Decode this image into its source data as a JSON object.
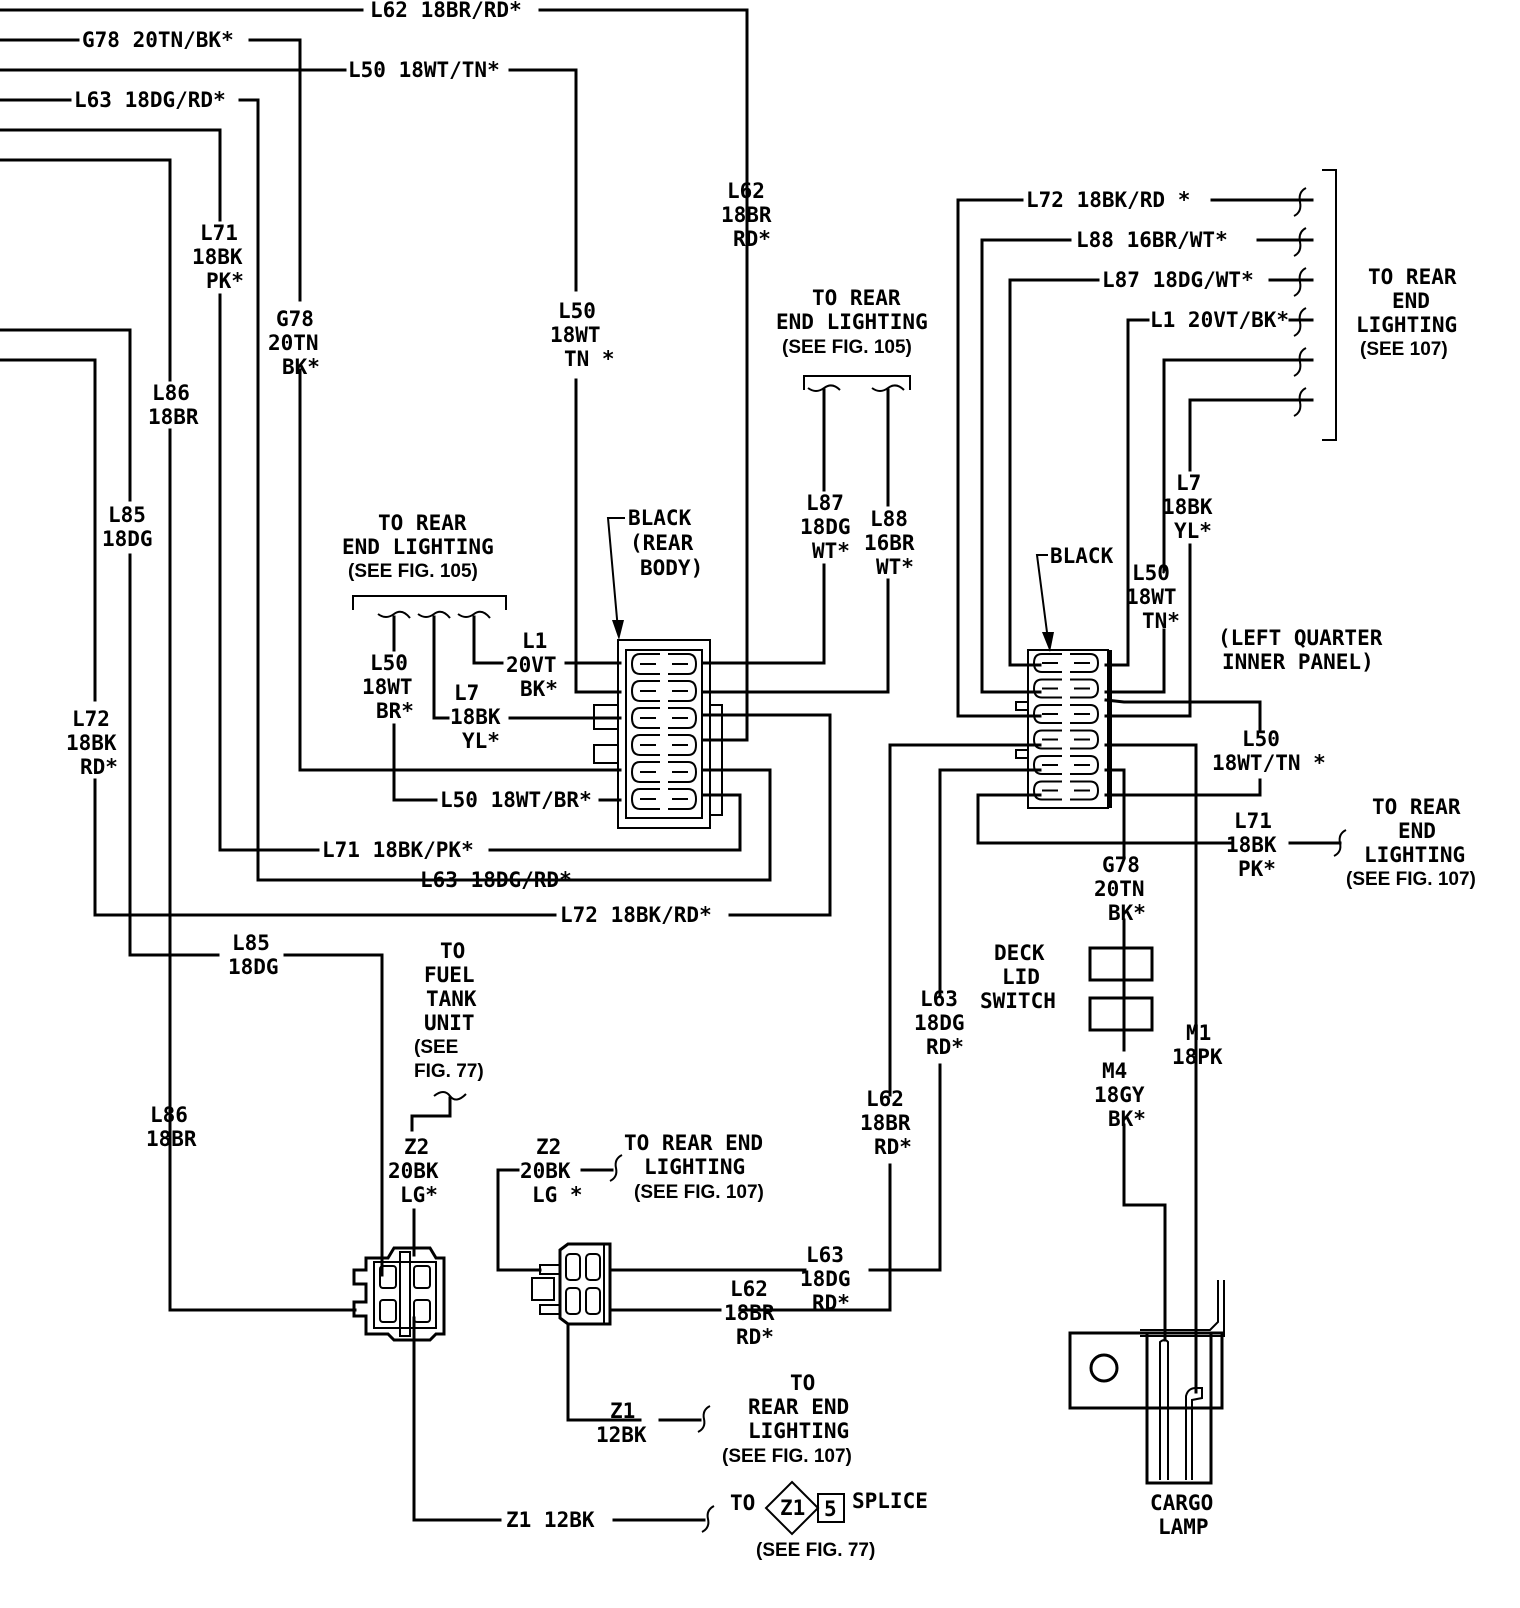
{
  "diagram": {
    "title": "Rear Body / Left Quarter Wiring",
    "colors": {
      "ink": "#000000",
      "paper": "#ffffff"
    },
    "top_wires": {
      "l62": "L62 18BR/RD*",
      "g78": "G78 20TN/BK*",
      "l50": "L50 18WT/TN*",
      "l63": "L63 18DG/RD*"
    },
    "vertical_labels": {
      "l71": [
        "L71",
        "18BK",
        "PK*"
      ],
      "g78": [
        "G78",
        "20TN",
        "BK*"
      ],
      "l86_top": [
        "L86",
        "18BR"
      ],
      "l85": [
        "L85",
        "18DG"
      ],
      "l72": [
        "L72",
        "18BK",
        "RD*"
      ],
      "l50": [
        "L50",
        "18WT",
        "TN *"
      ],
      "l62": [
        "L62",
        "18BR",
        "RD*"
      ],
      "l87": [
        "L87",
        "18DG",
        "WT*"
      ],
      "l88": [
        "L88",
        "16BR",
        "WT*"
      ],
      "l86_bottom": [
        "L86",
        "18BR"
      ]
    },
    "rear_body_connector": {
      "callout": [
        "BLACK",
        "(REAR",
        "BODY)"
      ],
      "to_rear_lighting": [
        "TO REAR",
        "END LIGHTING",
        "(SEE FIG. 105)"
      ],
      "l50_br": [
        "L50",
        "18WT",
        "BR*"
      ],
      "l7": [
        "L7",
        "18BK",
        "YL*"
      ],
      "l1": [
        "L1",
        "20VT",
        "BK*"
      ],
      "l50_bottom": "L50 18WT/BR*",
      "l71_bottom": "L71 18BK/PK*",
      "l63_bottom": "L63 18DG/RD*",
      "l72_bottom": "L72 18BK/RD*"
    },
    "upper_center_ref": [
      "TO REAR",
      "END LIGHTING",
      "(SEE FIG. 105)"
    ],
    "left_quarter": {
      "callout": "BLACK",
      "panel": [
        "(LEFT QUARTER",
        "INNER PANEL)"
      ],
      "right_wires": {
        "l72": "L72 18BK/RD *",
        "l88": "L88 16BR/WT*",
        "l87": "L87 18DG/WT*",
        "l1": "L1 20VT/BK*"
      },
      "to_rear_107": [
        "TO REAR",
        "END",
        "LIGHTING",
        "(SEE 107)"
      ],
      "l7": [
        "L7",
        "18BK",
        "YL*"
      ],
      "l50_v": [
        "L50",
        "18WT",
        "TN*"
      ],
      "l50_wt_tn": [
        "L50",
        "18WT/TN *"
      ],
      "l71": [
        "L71",
        "18BK",
        "PK*"
      ],
      "to_rear_fig107": [
        "TO REAR",
        "END",
        "LIGHTING",
        "(SEE FIG. 107)"
      ],
      "g78": [
        "G78",
        "20TN",
        "BK*"
      ]
    },
    "deck_lid": {
      "label": [
        "DECK",
        "LID",
        "SWITCH"
      ],
      "l63": [
        "L63",
        "18DG",
        "RD*"
      ],
      "l62": [
        "L62",
        "18BR",
        "RD*"
      ],
      "m4": [
        "M4",
        "18GY",
        "BK*"
      ],
      "m1": [
        "M1",
        "18PK"
      ]
    },
    "fuel_tank": {
      "ref": [
        "TO",
        "FUEL",
        "TANK",
        "UNIT",
        "(SEE",
        "FIG. 77)"
      ],
      "l85": [
        "L85",
        "18DG"
      ],
      "z2": [
        "Z2",
        "20BK",
        "LG*"
      ]
    },
    "lower_connector": {
      "z2": [
        "Z2",
        "20BK",
        "LG *"
      ],
      "ref_107": [
        "TO REAR END",
        "LIGHTING",
        "(SEE FIG. 107)"
      ],
      "l63": [
        "L63",
        "18DG",
        "RD*"
      ],
      "l62": [
        "L62",
        "18BR",
        "RD*"
      ],
      "z1": [
        "Z1",
        "12BK"
      ],
      "ref_107b": [
        "TO",
        "REAR END",
        "LIGHTING",
        "(SEE FIG. 107)"
      ]
    },
    "splice": {
      "wire": "Z1 12BK",
      "to": "TO",
      "id": "Z1",
      "num": "5",
      "label": "SPLICE",
      "ref": "(SEE FIG. 77)"
    },
    "cargo_lamp": [
      "CARGO",
      "LAMP"
    ]
  }
}
